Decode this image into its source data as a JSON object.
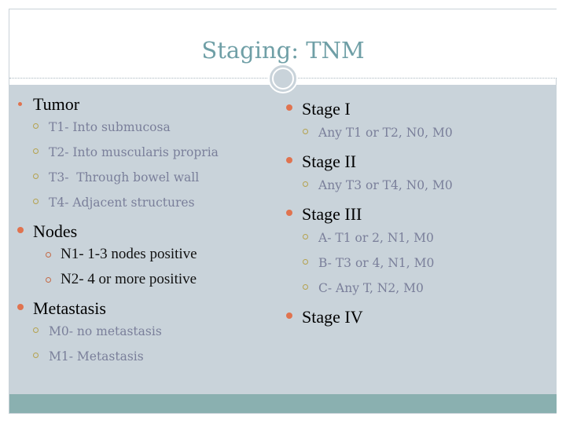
{
  "title": "Staging: TNM",
  "left": {
    "tumor": "Tumor",
    "tumor_items": [
      "T1- Into submucosa",
      "T2- Into muscularis propria",
      "T3-  Through bowel wall",
      "T4- Adjacent structures"
    ],
    "nodes": "Nodes",
    "nodes_items": [
      "N1- 1-3 nodes positive",
      "N2- 4 or more positive"
    ],
    "metastasis": "Metastasis",
    "metastasis_items": [
      "M0- no metastasis",
      "M1- Metastasis"
    ]
  },
  "right": {
    "stage1": "Stage I",
    "stage1_items": [
      "Any T1 or T2, N0, M0"
    ],
    "stage2": "Stage II",
    "stage2_items": [
      "Any T3 or T4, N0, M0"
    ],
    "stage3": "Stage III",
    "stage3_items": [
      "A- T1 or 2, N1, M0",
      "B- T3 or 4, N1, M0",
      "C- Any T, N2, M0"
    ],
    "stage4": "Stage IV"
  },
  "colors": {
    "title": "#6f9fa6",
    "content_bg": "#c9d3da",
    "footer": "#8ab0b0",
    "bullet": "#e0734f",
    "sub_bullet": "#b5a24e",
    "sub_text": "#7a7f9a"
  }
}
